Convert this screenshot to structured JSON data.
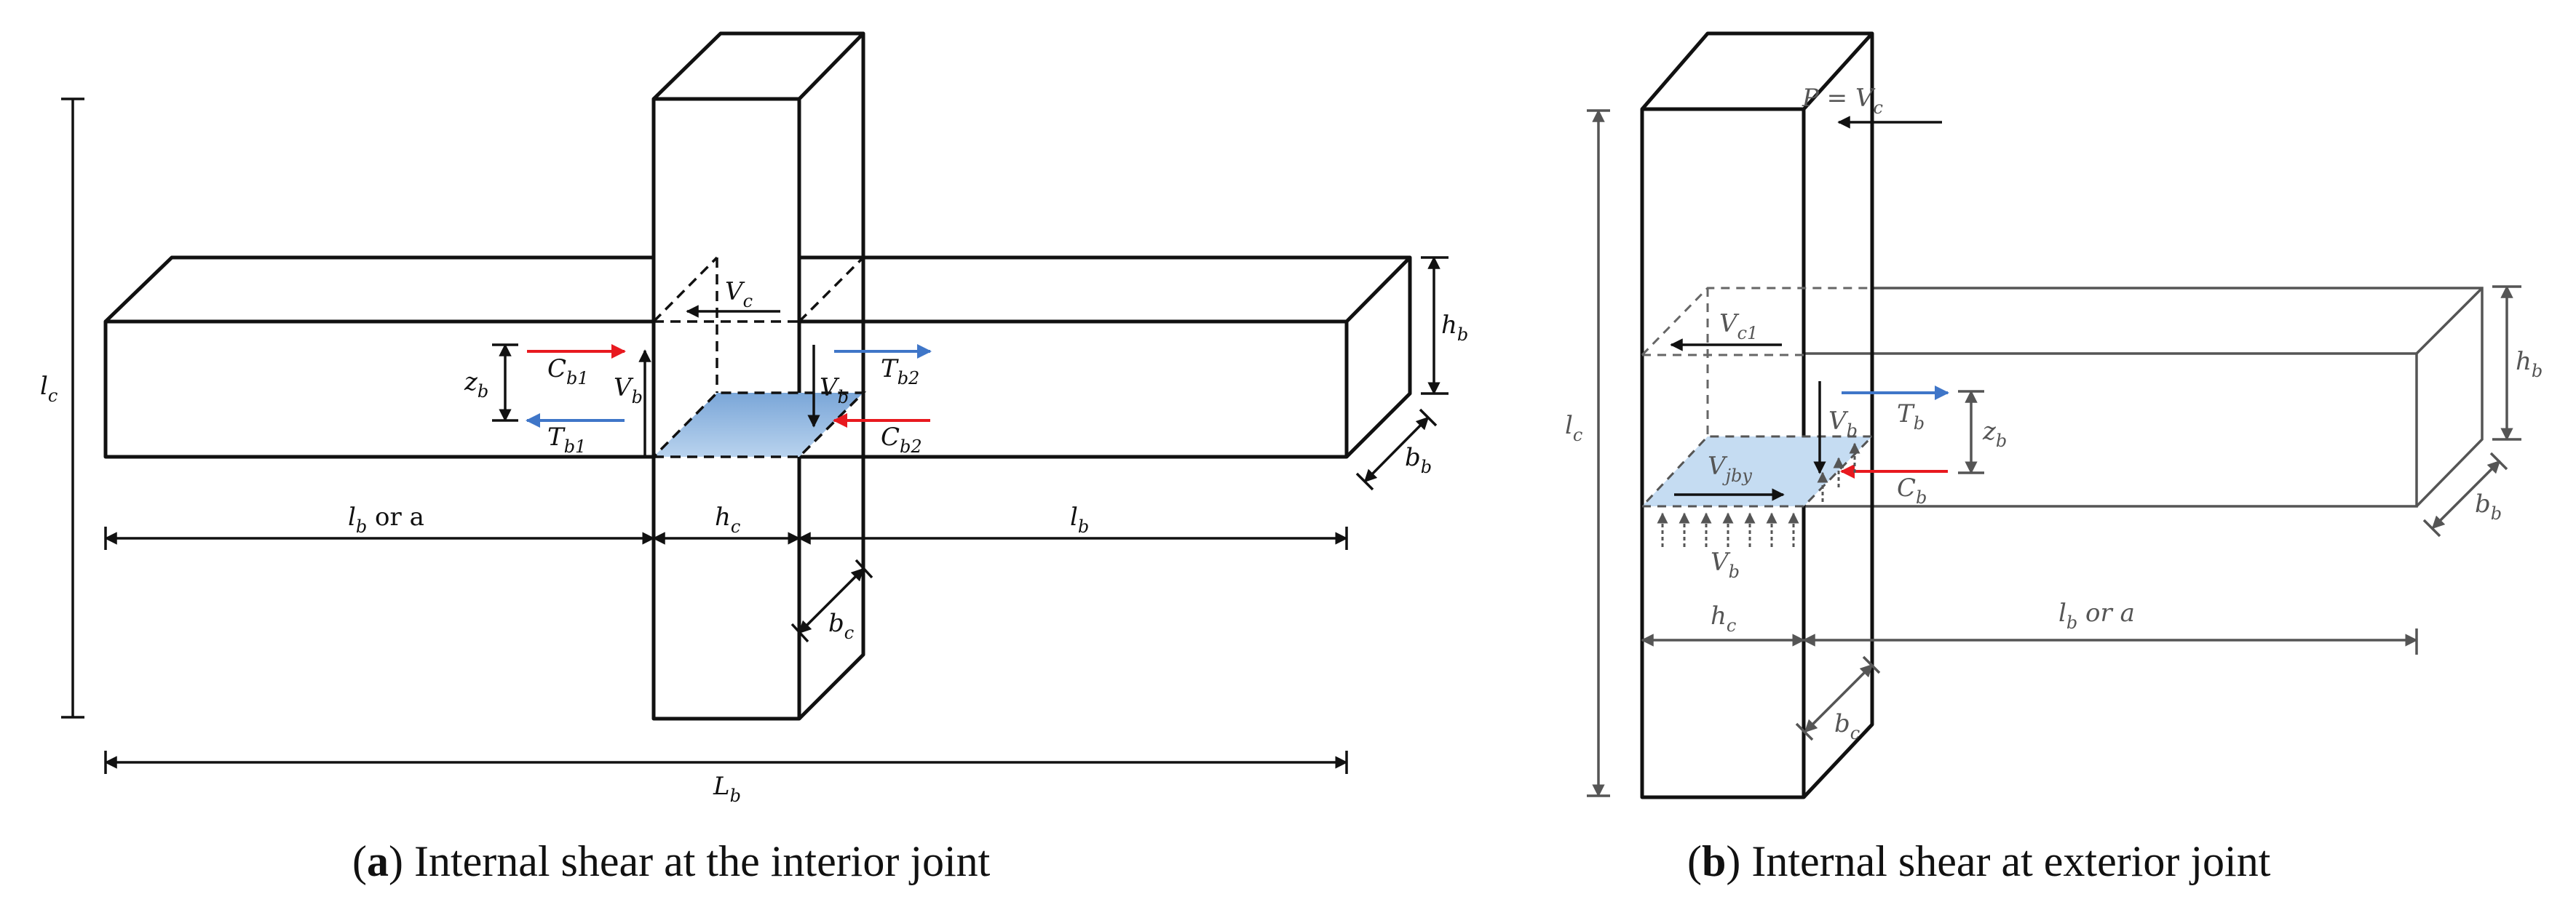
{
  "panel_a": {
    "caption_tag": "a",
    "caption_text": "Internal shear at the interior joint",
    "labels": {
      "lc": [
        "l",
        "c"
      ],
      "Lb": [
        "L",
        "b"
      ],
      "lb_left": [
        "l",
        "b",
        " or a"
      ],
      "hc": [
        "h",
        "c"
      ],
      "lb_right": [
        "l",
        "b"
      ],
      "bc": [
        "b",
        "c"
      ],
      "hb": [
        "h",
        "b"
      ],
      "bb": [
        "b",
        "b"
      ],
      "Vc": [
        "V",
        "c"
      ],
      "zb": [
        "z",
        "b"
      ],
      "Vb_left": [
        "V",
        "b"
      ],
      "Vb_right": [
        "V",
        "b"
      ],
      "Cb1": [
        "C",
        "b1"
      ],
      "Tb1": [
        "T",
        "b1"
      ],
      "Tb2": [
        "T",
        "b2"
      ],
      "Cb2": [
        "C",
        "b2"
      ]
    }
  },
  "panel_b": {
    "caption_tag": "b",
    "caption_text": "Internal shear at exterior joint",
    "labels": {
      "P": [
        "P = V",
        "c"
      ],
      "lc": [
        "l",
        "c"
      ],
      "Vc1": [
        "V",
        "c1"
      ],
      "hb": [
        "h",
        "b"
      ],
      "bb": [
        "b",
        "b"
      ],
      "Tb": [
        "T",
        "b"
      ],
      "zb": [
        "z",
        "b"
      ],
      "Vb_top": [
        "V",
        "b"
      ],
      "Vjby": [
        "V",
        "jby"
      ],
      "Cb": [
        "C",
        "b"
      ],
      "Vb_bottom": [
        "V",
        "b"
      ],
      "hc": [
        "h",
        "c"
      ],
      "lb_or_a": [
        "l",
        "b",
        " or a"
      ],
      "bc": [
        "b",
        "c"
      ]
    }
  },
  "colors": {
    "compression_arrow": "#e8191f",
    "tension_arrow": "#3f76c8",
    "joint_panel_fill": "#a9c8ea",
    "joint_panel_fill_b": "#c5dcf2",
    "line": "#111111",
    "grey_line": "#555555"
  }
}
